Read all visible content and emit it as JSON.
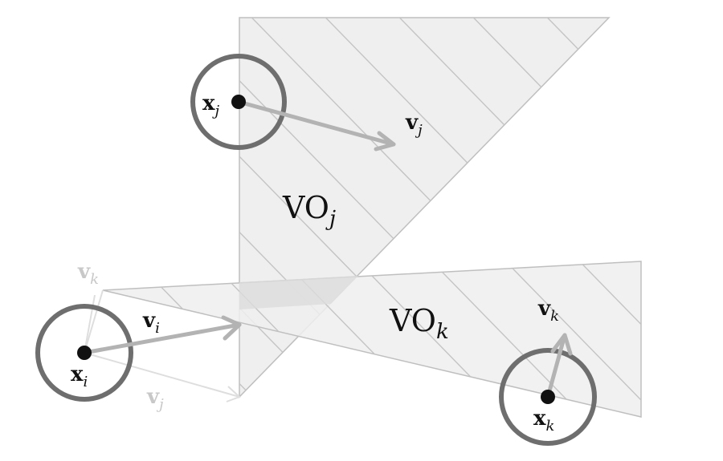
{
  "colors": {
    "region_fill": "#efefef",
    "region_edge": "#bfbfbf",
    "hatch": "#c4c4c4",
    "overlap": "#dcdcdc",
    "agent_ring": "#6e6e6e",
    "velocity": "#b3b3b3",
    "faint": "#dedede",
    "faint_label": "#c8c8c8",
    "text": "#111111"
  },
  "regions": {
    "vo_j": {
      "label_main": "VO",
      "label_sub": "j"
    },
    "vo_k": {
      "label_main": "VO",
      "label_sub": "k"
    }
  },
  "agents": {
    "i": {
      "label_main": "x",
      "label_sub": "i",
      "velocity_main": "v",
      "velocity_sub": "i"
    },
    "j": {
      "label_main": "x",
      "label_sub": "j",
      "velocity_main": "v",
      "velocity_sub": "j"
    },
    "k": {
      "label_main": "x",
      "label_sub": "k",
      "velocity_main": "v",
      "velocity_sub": "k"
    }
  },
  "relative_velocities": {
    "vk_ghost": {
      "main": "v",
      "sub": "k"
    },
    "vj_ghost": {
      "main": "v",
      "sub": "j"
    }
  },
  "icons": [
    "agent-disc-icon",
    "arrowhead-icon"
  ]
}
